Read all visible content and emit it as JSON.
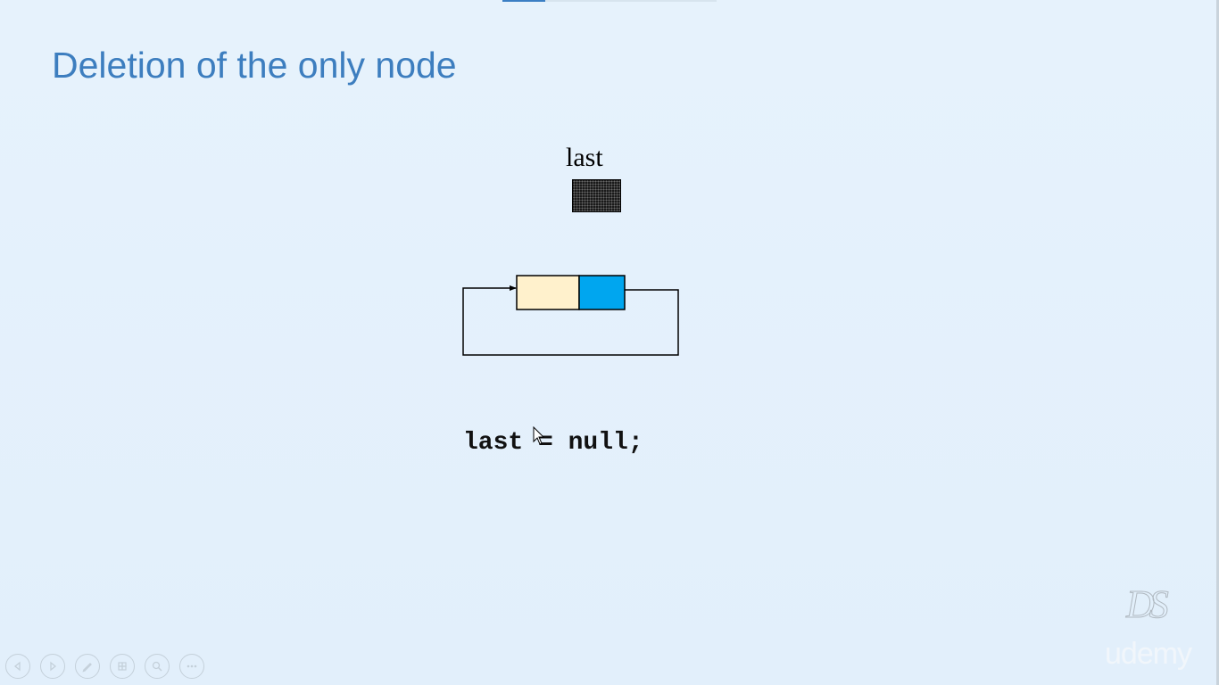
{
  "slide": {
    "title": "Deletion of the only node",
    "pointer_label": "last",
    "code": "last = null;",
    "logo_text": "DS",
    "watermark": "udemy"
  },
  "progress": {
    "fraction": 0.2
  },
  "node": {
    "data_color": "#fff1cc",
    "link_color": "#00a6ef"
  },
  "colors": {
    "title": "#3d7ebf",
    "background": "#e3f0fb"
  },
  "controls": [
    {
      "name": "previous-slide-icon"
    },
    {
      "name": "next-slide-icon"
    },
    {
      "name": "pen-icon"
    },
    {
      "name": "slides-grid-icon"
    },
    {
      "name": "zoom-icon"
    },
    {
      "name": "more-options-icon"
    }
  ]
}
